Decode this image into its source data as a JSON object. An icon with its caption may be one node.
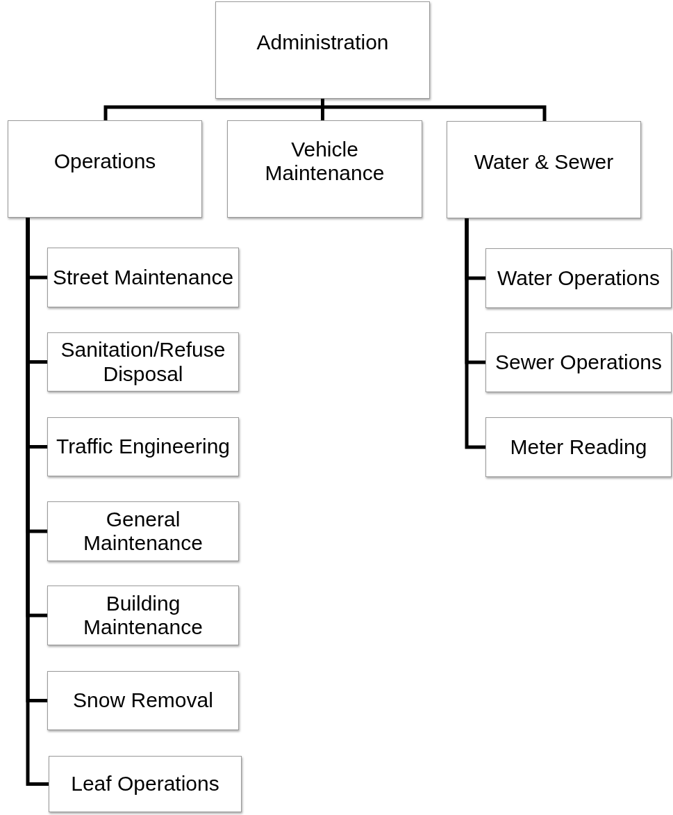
{
  "diagram": {
    "nodes": [
      {
        "text": [
          "Administration"
        ]
      },
      {
        "text": [
          "Operations"
        ]
      },
      {
        "text": [
          "Vehicle Maintenance"
        ]
      },
      {
        "text": [
          "Water & Sewer"
        ]
      },
      {
        "text": [
          "Street Maintenance"
        ]
      },
      {
        "text": [
          "Sanitation/Refuse Disposal"
        ]
      },
      {
        "text": [
          "Traffic Engineering"
        ]
      },
      {
        "text": [
          "General Maintenance"
        ]
      },
      {
        "text": [
          "Building Maintenance"
        ]
      },
      {
        "text": [
          "Snow Removal"
        ]
      },
      {
        "text": [
          "Leaf Operations"
        ]
      },
      {
        "text": [
          "Water Operations"
        ]
      },
      {
        "text": [
          "Sewer Operations"
        ]
      },
      {
        "text": [
          "Meter Reading"
        ]
      }
    ],
    "edges": [
      {
        "from": 0,
        "to": 1,
        "arrow": "none"
      },
      {
        "from": 0,
        "to": 2,
        "arrow": "none"
      },
      {
        "from": 0,
        "to": 3,
        "arrow": "none"
      },
      {
        "from": 1,
        "to": 4,
        "arrow": "none"
      },
      {
        "from": 1,
        "to": 5,
        "arrow": "none"
      },
      {
        "from": 1,
        "to": 6,
        "arrow": "none"
      },
      {
        "from": 1,
        "to": 7,
        "arrow": "none"
      },
      {
        "from": 1,
        "to": 8,
        "arrow": "none"
      },
      {
        "from": 1,
        "to": 9,
        "arrow": "none"
      },
      {
        "from": 1,
        "to": 10,
        "arrow": "none"
      },
      {
        "from": 3,
        "to": 11,
        "arrow": "none"
      },
      {
        "from": 3,
        "to": 12,
        "arrow": "none"
      },
      {
        "from": 3,
        "to": 13,
        "arrow": "none"
      }
    ]
  }
}
